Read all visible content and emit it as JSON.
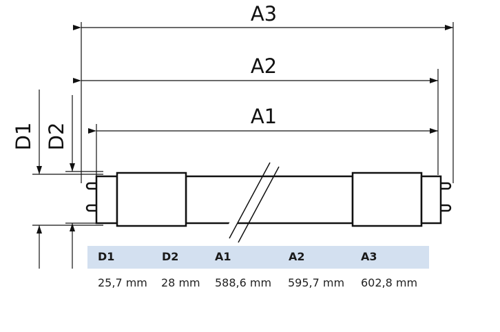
{
  "dimension_labels": {
    "a3": "A3",
    "a2": "A2",
    "a1": "A1",
    "d1": "D1",
    "d2": "D2"
  },
  "table": {
    "headers": [
      "D1",
      "D2",
      "A1",
      "A2",
      "A3"
    ],
    "values": [
      "25,7 mm",
      "28 mm",
      "588,6 mm",
      "595,7 mm",
      "602,8 mm"
    ]
  },
  "colors": {
    "header_band": "#d3e0f0",
    "line": "#111111"
  }
}
